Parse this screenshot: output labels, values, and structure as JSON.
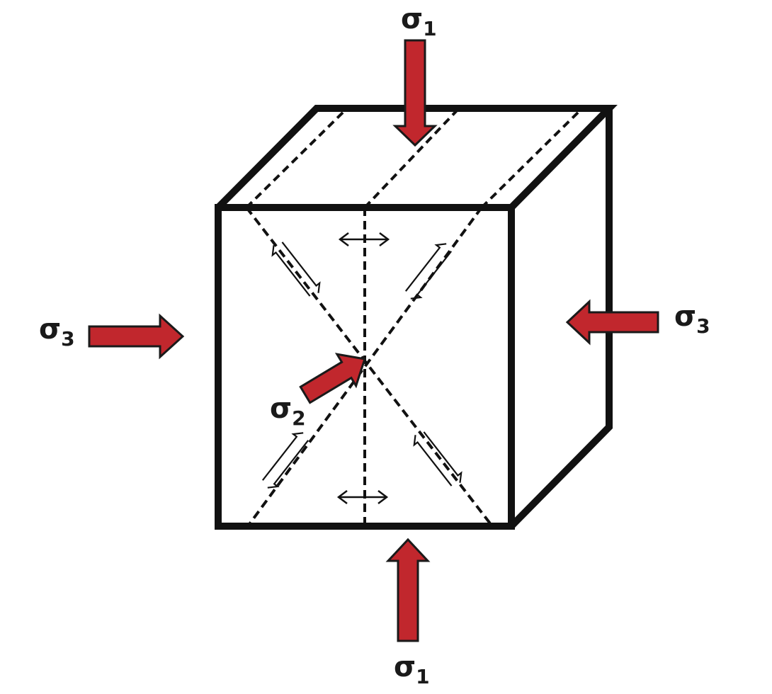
{
  "labels": {
    "sigma1_top": {
      "symbol": "σ",
      "subscript": "1"
    },
    "sigma1_bottom": {
      "symbol": "σ",
      "subscript": "1"
    },
    "sigma3_left": {
      "symbol": "σ",
      "subscript": "3"
    },
    "sigma3_right": {
      "symbol": "σ",
      "subscript": "3"
    },
    "sigma2": {
      "symbol": "σ",
      "subscript": "2"
    }
  },
  "colors": {
    "arrow_fill": "#c1272d",
    "arrow_stroke": "#1a1a1a",
    "cube_stroke": "#111111",
    "background": "#ffffff"
  }
}
